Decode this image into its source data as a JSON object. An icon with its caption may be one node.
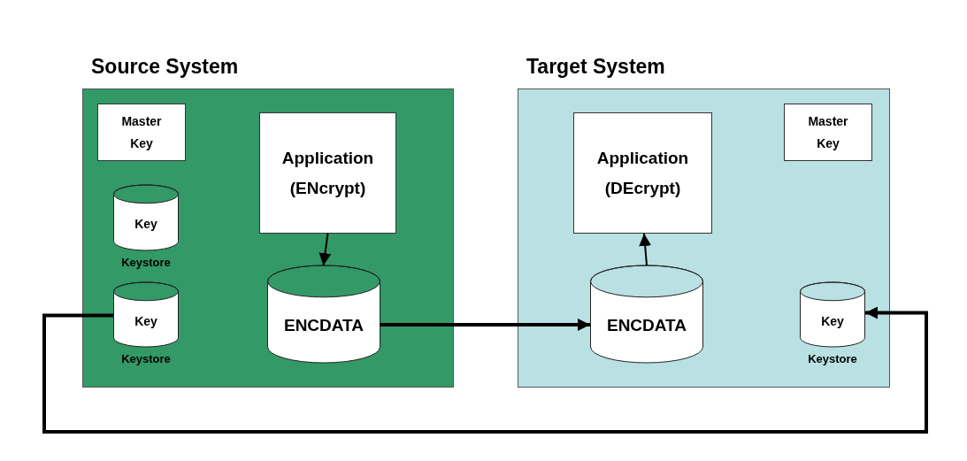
{
  "diagram": {
    "nodes": [
      {
        "text": [
          "Source System"
        ]
      },
      {
        "text": [
          "Master Key"
        ],
        "in": 0
      },
      {
        "text": [
          "Application (ENcrypt)"
        ],
        "in": 0
      },
      {
        "text": [
          "Key"
        ],
        "beside": [
          "Keystore"
        ],
        "in": 0
      },
      {
        "text": [
          "Key"
        ],
        "beside": [
          "Keystore"
        ],
        "in": 0
      },
      {
        "text": [
          "ENCDATA"
        ],
        "in": 0
      },
      {
        "text": [
          "Target System"
        ]
      },
      {
        "text": [
          "Application (DEcrypt)"
        ],
        "in": 6
      },
      {
        "text": [
          "Master Key"
        ],
        "in": 6
      },
      {
        "text": [
          "ENCDATA"
        ],
        "in": 6
      },
      {
        "text": [
          "Key"
        ],
        "beside": [
          "Keystore"
        ],
        "in": 6
      }
    ],
    "edges": [
      {
        "from": 2,
        "to": 5,
        "arrow": "to"
      },
      {
        "from": 5,
        "to": 9,
        "arrow": "to",
        "style": "thick"
      },
      {
        "from": 9,
        "to": 7,
        "arrow": "to"
      },
      {
        "from": 4,
        "to": 10,
        "arrow": "to",
        "style": "thick"
      }
    ]
  }
}
